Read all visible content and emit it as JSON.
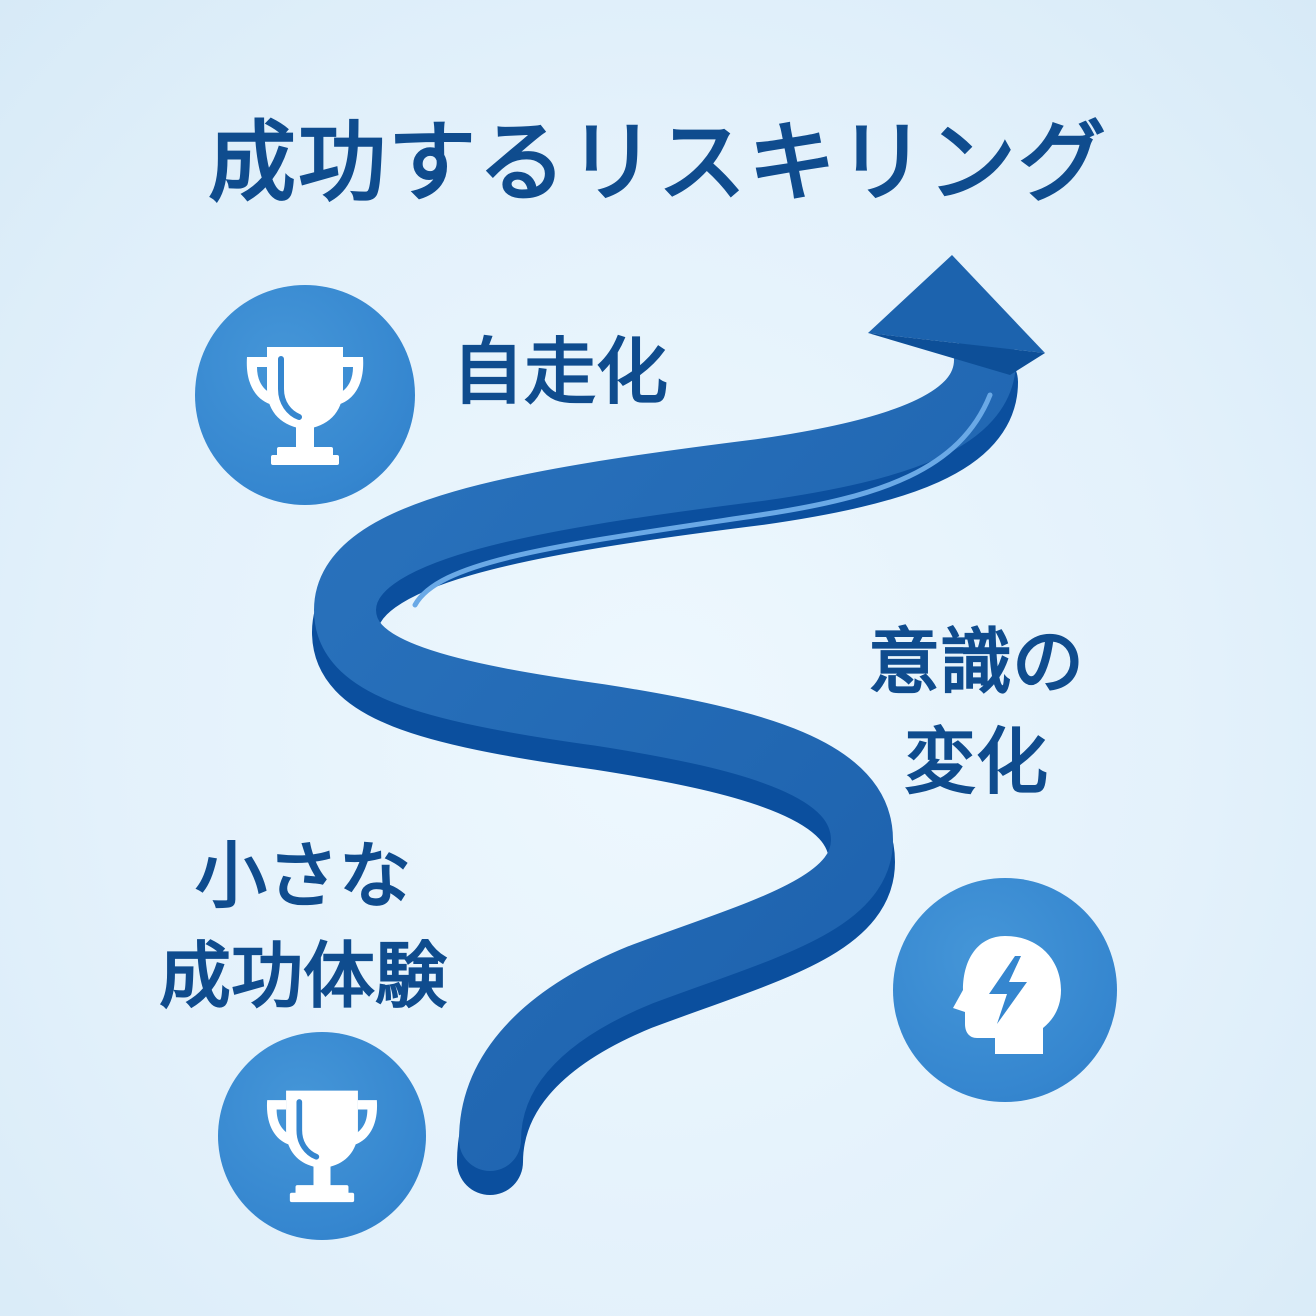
{
  "title": "成功するリスキリング",
  "labels": {
    "self_driven": "自走化",
    "awareness_line1": "意識の",
    "awareness_line2": "変化",
    "small_line1": "小さな",
    "small_line2": "成功体験"
  },
  "icons": {
    "top": "trophy-icon",
    "bottom": "trophy-icon",
    "right": "head-lightning-icon"
  },
  "colors": {
    "title": "#0f4c8e",
    "path_dark": "#0b4f9e",
    "path_light": "#2f79c2",
    "circle": "#3586cf",
    "background": "#e8f4fc"
  }
}
